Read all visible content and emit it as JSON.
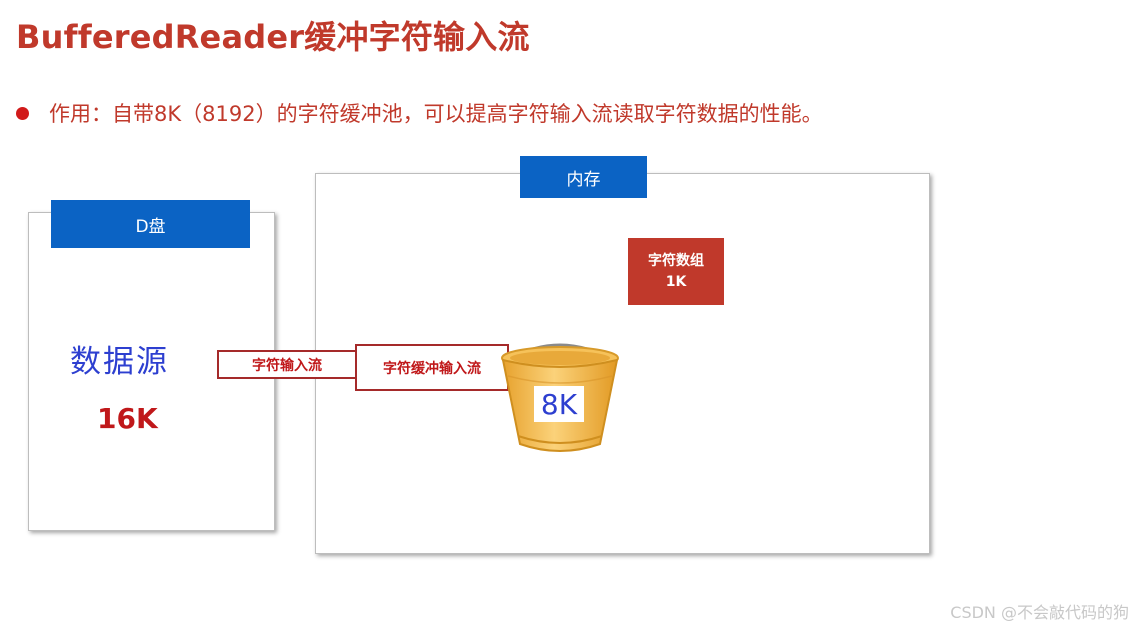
{
  "title": "BufferedReader缓冲字符输入流",
  "bullet": "作用：自带8K（8192）的字符缓冲池，可以提高字符输入流读取字符数据的性能。",
  "disk": {
    "tab_label": "D盘",
    "source_label": "数据源",
    "source_size": "16K"
  },
  "memory": {
    "tab_label": "内存",
    "char_array_line1": "字符数组",
    "char_array_line2": "1K"
  },
  "pipes": {
    "input_stream": "字符输入流",
    "buffered_stream": "字符缓冲输入流"
  },
  "bucket": {
    "label": "8K",
    "icon": "bucket-icon"
  },
  "watermark": "CSDN @不会敲代码的狗",
  "colors": {
    "title_red": "#c0392b",
    "tab_blue": "#0b63c4",
    "handwriting_blue": "#2d3fd0",
    "bucket_yellow": "#f2b63c"
  }
}
